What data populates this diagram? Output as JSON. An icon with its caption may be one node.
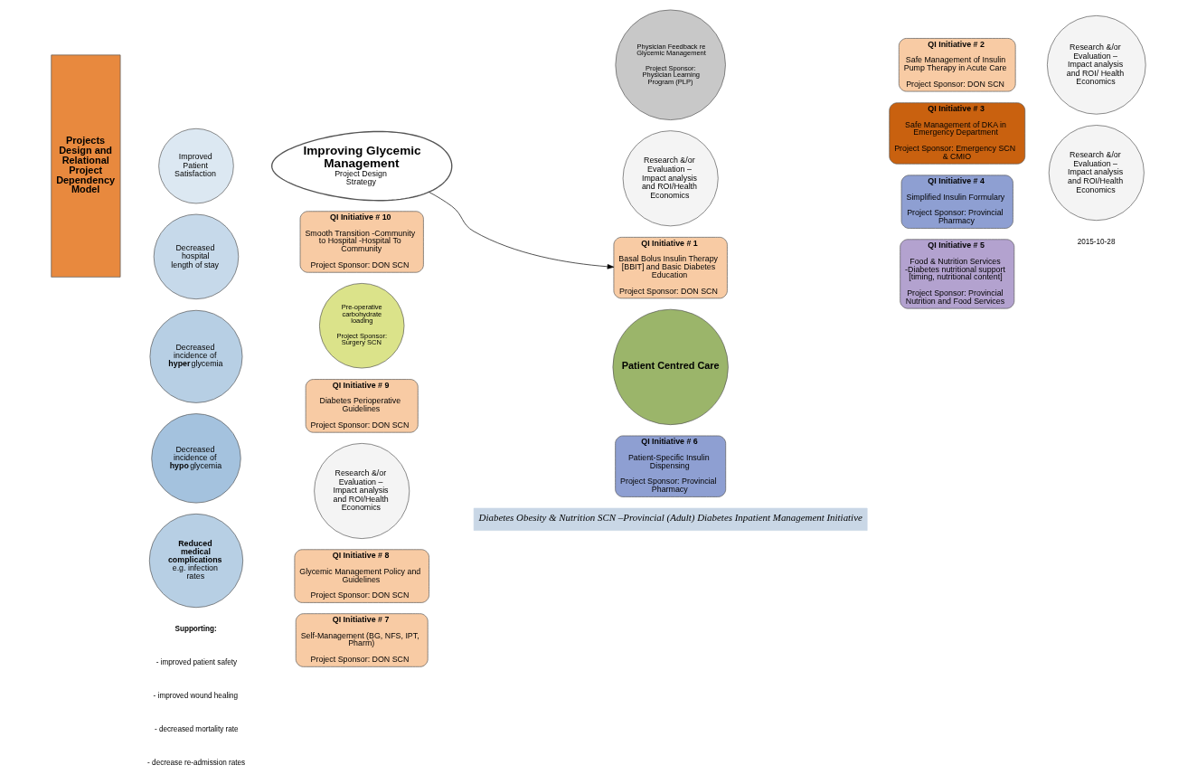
{
  "diagram": {
    "nodes": [
      {
        "text": [
          "Projects Design and Relational Project Dependency Model"
        ]
      },
      {
        "text": [
          "Improved Patient Satisfaction"
        ]
      },
      {
        "text": [
          "Decreased hospital length of stay"
        ]
      },
      {
        "text": [
          "Decreased incidence of **hyper**glycemia"
        ]
      },
      {
        "text": [
          "Decreased incidence of **hypo**glycemia"
        ]
      },
      {
        "text": [
          "**Reduced medical complications** e.g. infection rates"
        ]
      },
      {
        "text": [
          "Improving Glycemic Management",
          "Project Design Strategy"
        ]
      },
      {
        "text": [
          "Physician Feedback re Glycemic Management",
          "Project Sponsor: Physician Learning Program (PLP)"
        ]
      },
      {
        "text": [
          "Research &/or Evaluation – Impact analysis and ROI/Health Economics"
        ]
      },
      {
        "text": [
          "QI Initiative # 1",
          "Basal Bolus Insulin Therapy [BBIT] and Basic Diabetes Education",
          "Project Sponsor: DON SCN"
        ]
      },
      {
        "text": [
          "QI Initiative # 2",
          "Safe Management of Insulin Pump Therapy in Acute Care",
          "Project Sponsor: DON SCN"
        ]
      },
      {
        "text": [
          "Research &/or Evaluation – Impact analysis and ROI/ Health Economics"
        ]
      },
      {
        "text": [
          "QI Initiative # 10",
          "Smooth Transition -Community to Hospital -Hospital To Community",
          "Project Sponsor: DON SCN"
        ]
      },
      {
        "text": [
          "QI Initiative # 3",
          "Safe Management of DKA in Emergency Department",
          "Project Sponsor: Emergency SCN & CMIO"
        ]
      },
      {
        "text": [
          "Pre-operative carbohydrate loading",
          "Project Sponsor: Surgery SCN"
        ]
      },
      {
        "text": [
          "QI Initiative # 9",
          "Diabetes Perioperative Guidelines",
          "Project Sponsor: DON SCN"
        ]
      },
      {
        "text": [
          "Research &/or Evaluation – Impact analysis and ROI/Health Economics"
        ]
      },
      {
        "text": [
          "Patient Centred Care"
        ]
      },
      {
        "text": [
          "QI Initiative # 4",
          "Simplified Insulin Formulary",
          "Project Sponsor: Provincial Pharmacy"
        ]
      },
      {
        "text": [
          "QI Initiative # 8",
          "Glycemic Management Policy and Guidelines",
          "Project Sponsor: DON SCN"
        ]
      },
      {
        "text": [
          "QI Initiative # 5",
          "Food & Nutrition Services -Diabetes nutritional support [timing, nutritional content]",
          "Project Sponsor: Provincial Nutrition and Food Services"
        ]
      },
      {
        "text": [
          "Research &/or Evaluation – Impact analysis and ROI/Health Economics"
        ]
      },
      {
        "text": [
          "QI Initiative # 7",
          "Self-Management (BG, NFS, IPT, Pharm)",
          "Project Sponsor: DON SCN"
        ]
      },
      {
        "text": [
          "QI Initiative # 6",
          "Patient-Specific Insulin Dispensing",
          "Project Sponsor: Provincial Pharmacy"
        ]
      },
      {
        "text": [
          "Diabetes Obesity & Nutrition SCN –Provincial (Adult) Diabetes Inpatient Management Initiative"
        ]
      }
    ],
    "edges": [
      {
        "from": 6,
        "to": 9,
        "arrow": "to"
      }
    ],
    "labels": [
      "Supporting:",
      "- improved patient safety",
      "- improved wound healing",
      "- decreased mortality rate",
      "- decrease re-admission rates",
      "2015-10-28"
    ]
  }
}
